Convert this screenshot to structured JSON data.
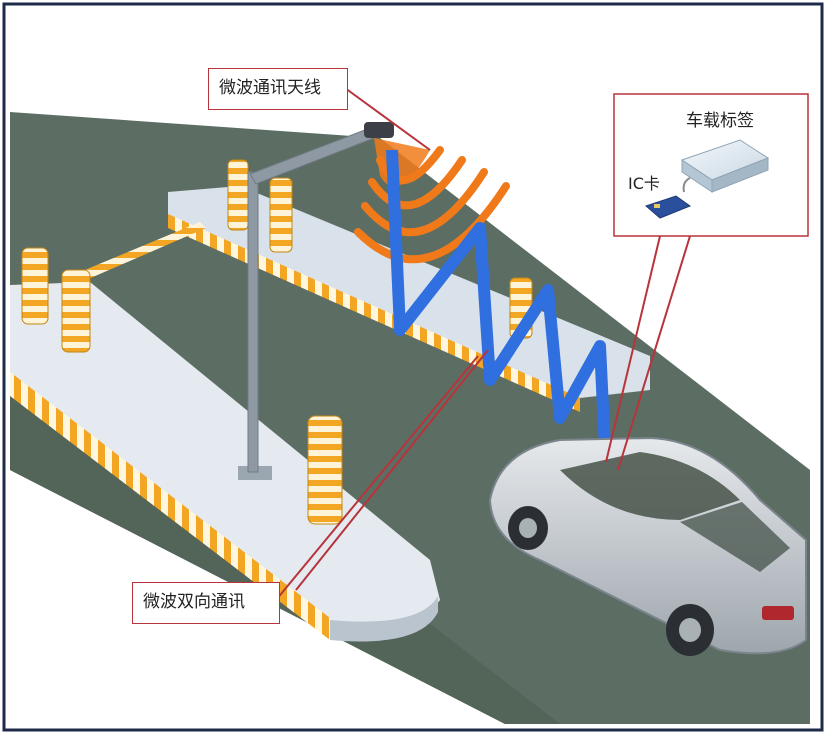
{
  "labels": {
    "antenna": "微波通讯天线",
    "vehicle_tag": "车载标签",
    "ic_card": "IC卡",
    "two_way": "微波双向通讯"
  },
  "colors": {
    "frame": "#1d2a48",
    "road": "#5c6e63",
    "island": "#d9e2ea",
    "barrier_orange": "#f2a623",
    "wave_orange": "#f07a1a",
    "signal_blue": "#2f6fe0",
    "callout_line": "#b8333a",
    "car_body": "#c9ced3"
  }
}
